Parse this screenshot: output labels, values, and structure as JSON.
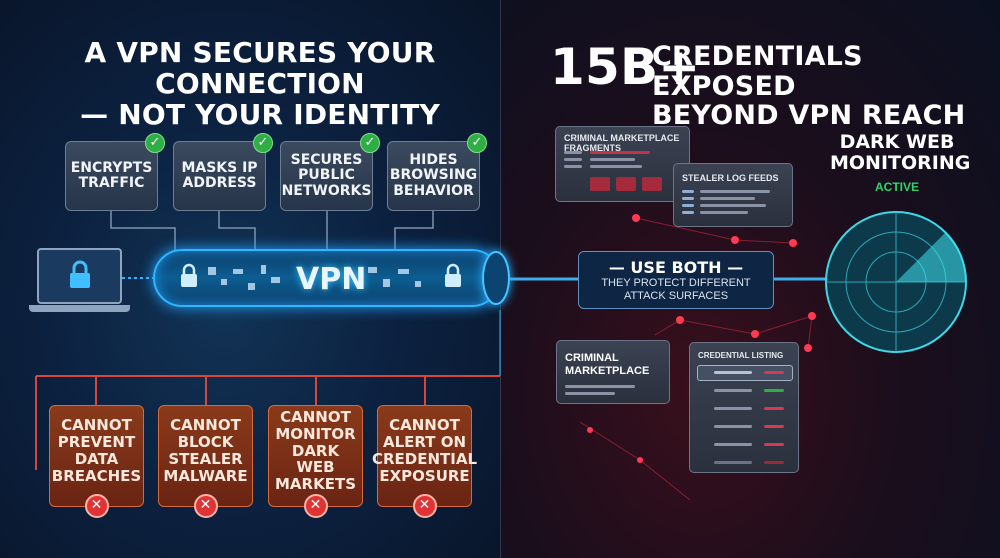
{
  "left": {
    "headline_line1": "A VPN SECURES YOUR CONNECTION",
    "headline_line2": "— NOT YOUR IDENTITY",
    "features": [
      {
        "label": "ENCRYPTS TRAFFIC"
      },
      {
        "label": "MASKS IP ADDRESS"
      },
      {
        "label": "SECURES PUBLIC NETWORKS"
      },
      {
        "label": "HIDES BROWSING BEHAVIOR"
      }
    ],
    "tunnel_label": "VPN",
    "limitations": [
      {
        "label": "CANNOT PREVENT DATA BREACHES"
      },
      {
        "label": "CANNOT BLOCK STEALER MALWARE"
      },
      {
        "label": "CANNOT MONITOR DARK WEB MARKETS"
      },
      {
        "label": "CANNOT ALERT ON CREDENTIAL EXPOSURE"
      }
    ],
    "check_glyph": "✓",
    "x_glyph": "✕"
  },
  "right": {
    "headline_number": "15B+",
    "headline_line1": "CREDENTIALS EXPOSED",
    "headline_line2": "BEYOND VPN REACH",
    "panels": {
      "fragments": "CRIMINAL MARKETPLACE FRAGMENTS",
      "stealer": "STEALER LOG FEEDS",
      "marketplace": "CRIMINAL MARKETPLACE",
      "listing": "CREDENTIAL LISTING"
    },
    "use_both_title": "— USE BOTH —",
    "use_both_line1": "THEY PROTECT DIFFERENT",
    "use_both_line2": "ATTACK SURFACES",
    "monitor_title_line1": "DARK WEB",
    "monitor_title_line2": "MONITORING",
    "monitor_status": "ACTIVE"
  },
  "colors": {
    "accent_blue": "#2fb6ff",
    "success_green": "#2fae45",
    "danger_red": "#e03434",
    "warning_orange": "#d86a3a"
  }
}
